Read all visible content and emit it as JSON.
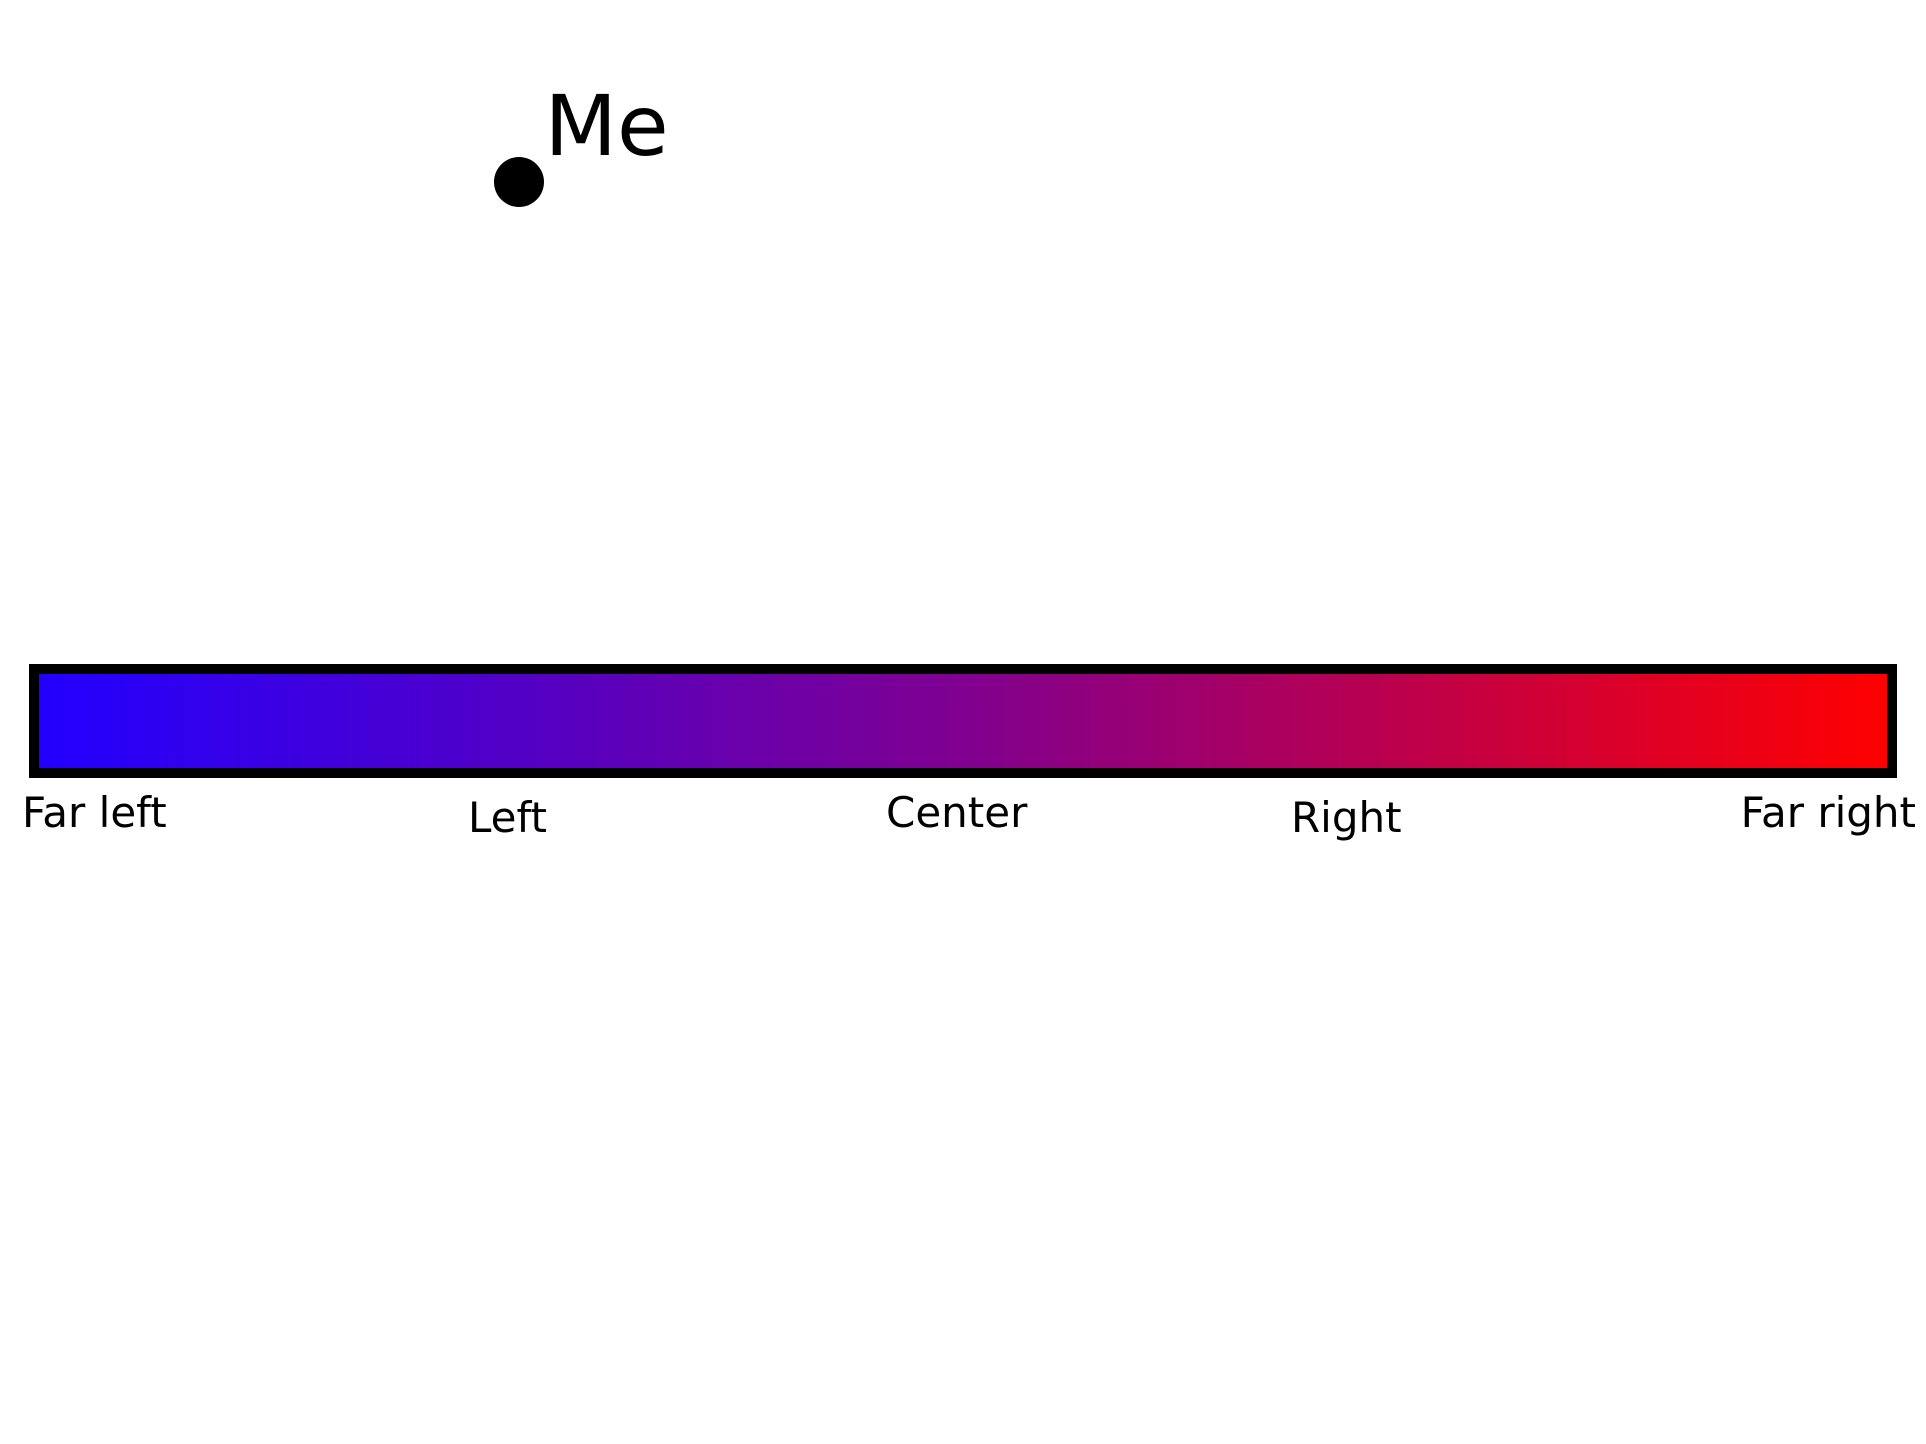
{
  "marker": {
    "label": "Me",
    "position": 0.26,
    "color": "#000000"
  },
  "scale": {
    "labels": [
      "Far left",
      "Left",
      "Center",
      "Right",
      "Far right"
    ],
    "gradient_start": "#2200ff",
    "gradient_mid": "#800090",
    "gradient_end": "#ff0000",
    "border_color": "#000000"
  }
}
